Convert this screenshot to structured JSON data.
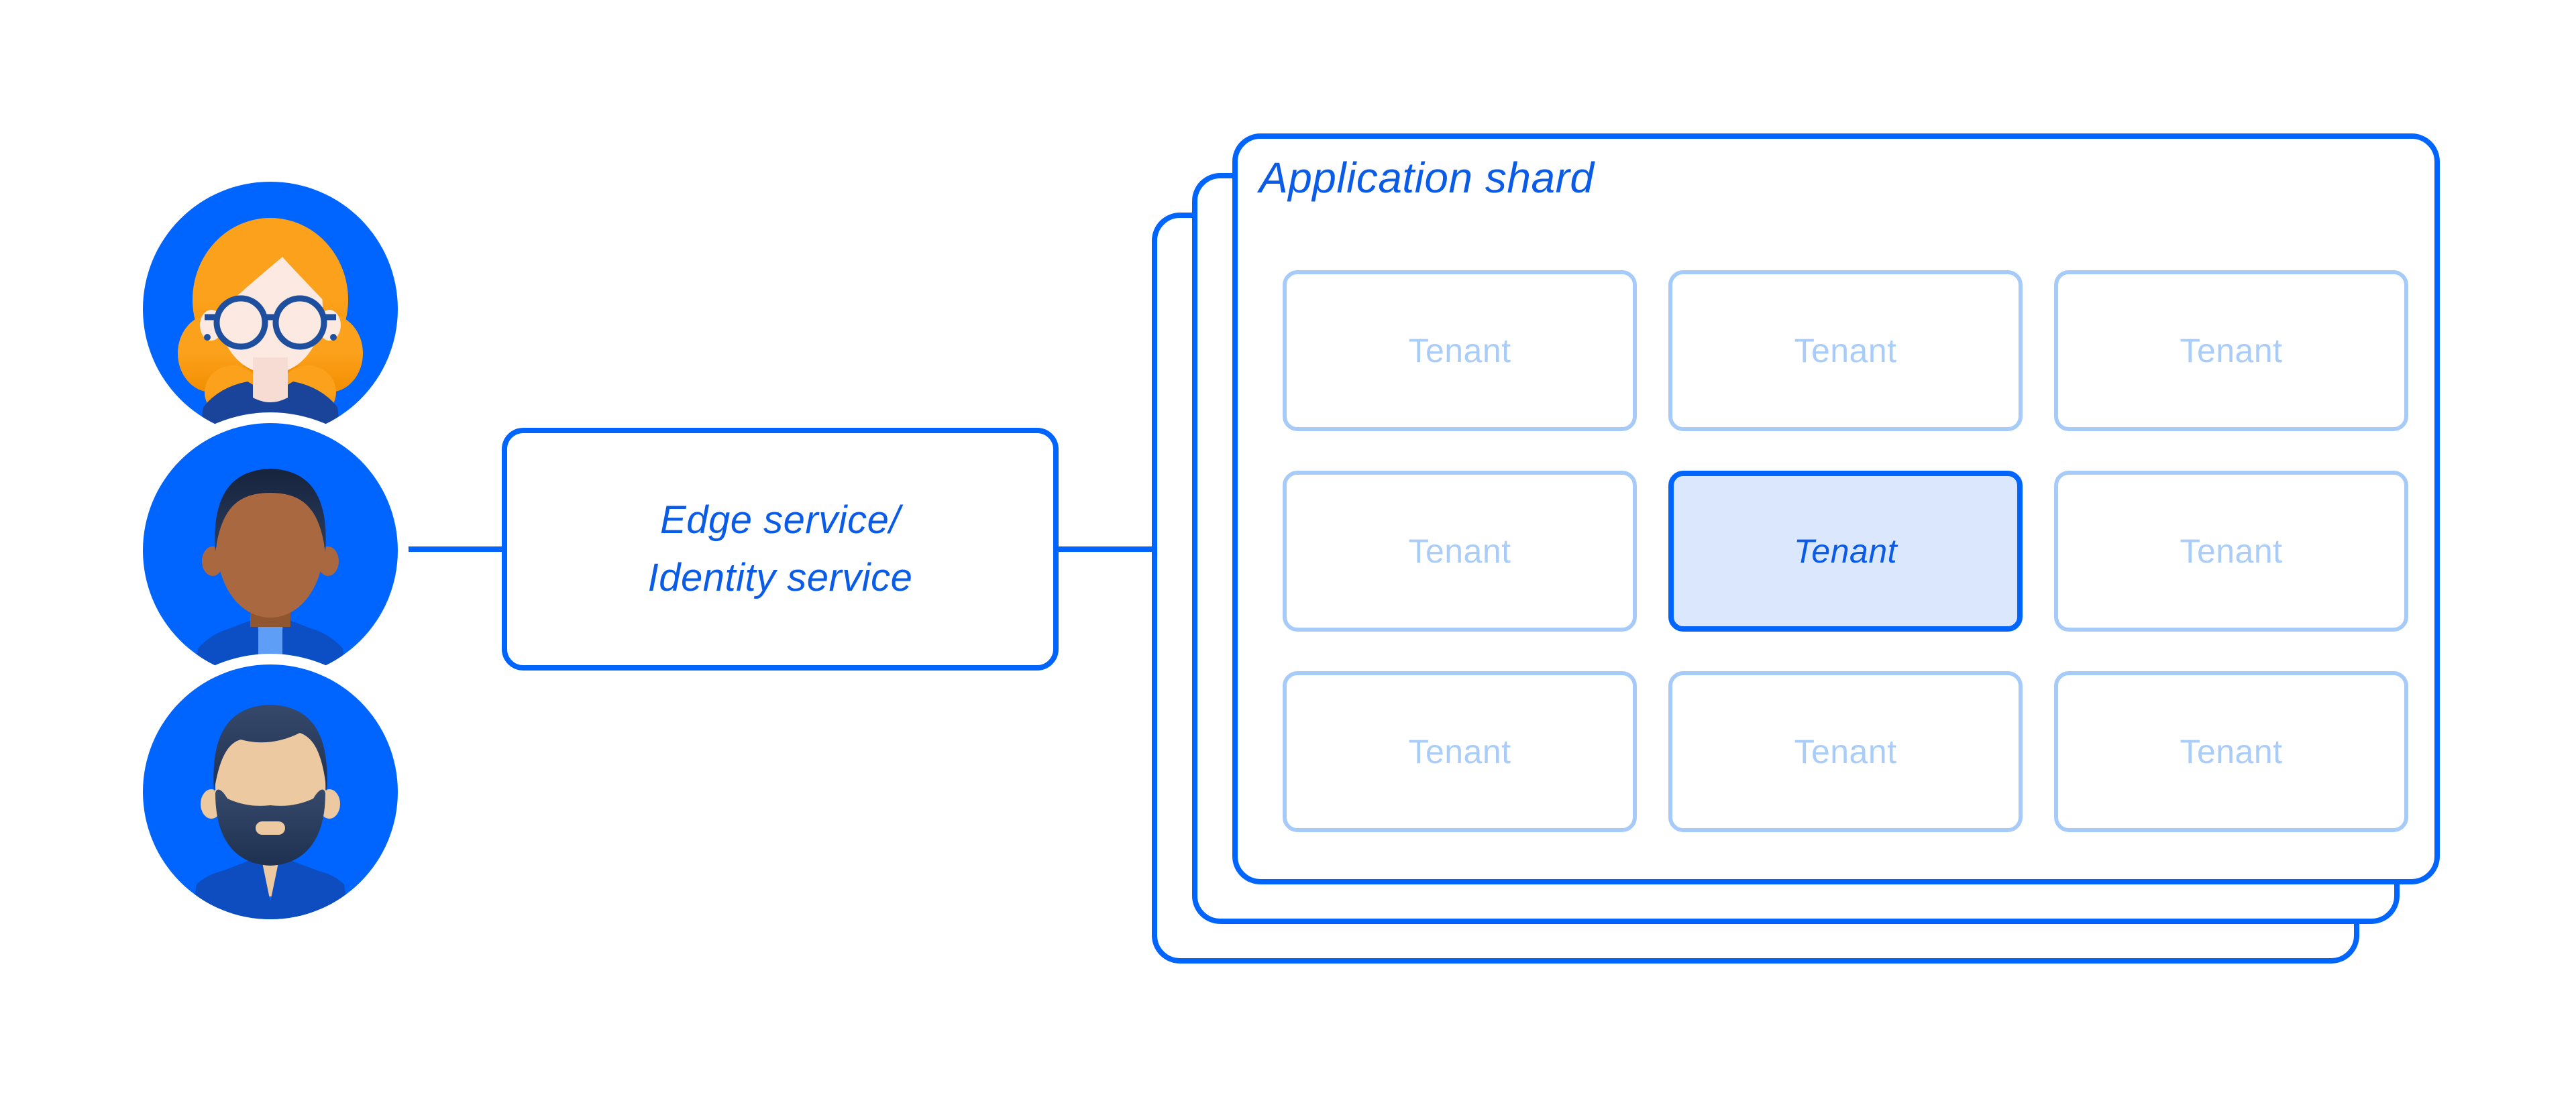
{
  "diagram": {
    "users": [
      {
        "id": "user-woman-glasses"
      },
      {
        "id": "user-man-dark-skin"
      },
      {
        "id": "user-man-beard"
      }
    ],
    "edge_service_box": {
      "line1": "Edge service/",
      "line2": "Identity service"
    },
    "shard_stack": {
      "title": "Application shard",
      "card_count": 3,
      "tenants": [
        {
          "label": "Tenant",
          "highlighted": false
        },
        {
          "label": "Tenant",
          "highlighted": false
        },
        {
          "label": "Tenant",
          "highlighted": false
        },
        {
          "label": "Tenant",
          "highlighted": false
        },
        {
          "label": "Tenant",
          "highlighted": true
        },
        {
          "label": "Tenant",
          "highlighted": false
        },
        {
          "label": "Tenant",
          "highlighted": false
        },
        {
          "label": "Tenant",
          "highlighted": false
        },
        {
          "label": "Tenant",
          "highlighted": false
        }
      ]
    }
  },
  "colors": {
    "primary_blue": "#0065FF",
    "text_blue": "#0A5CE8",
    "tenant_border_light": "#A7CBF9",
    "tenant_text_light": "#A9CDF8",
    "tenant_highlight_fill": "#DAE7FC",
    "tenant_highlight_text": "#0A5CE8",
    "background": "#FFFFFF"
  }
}
